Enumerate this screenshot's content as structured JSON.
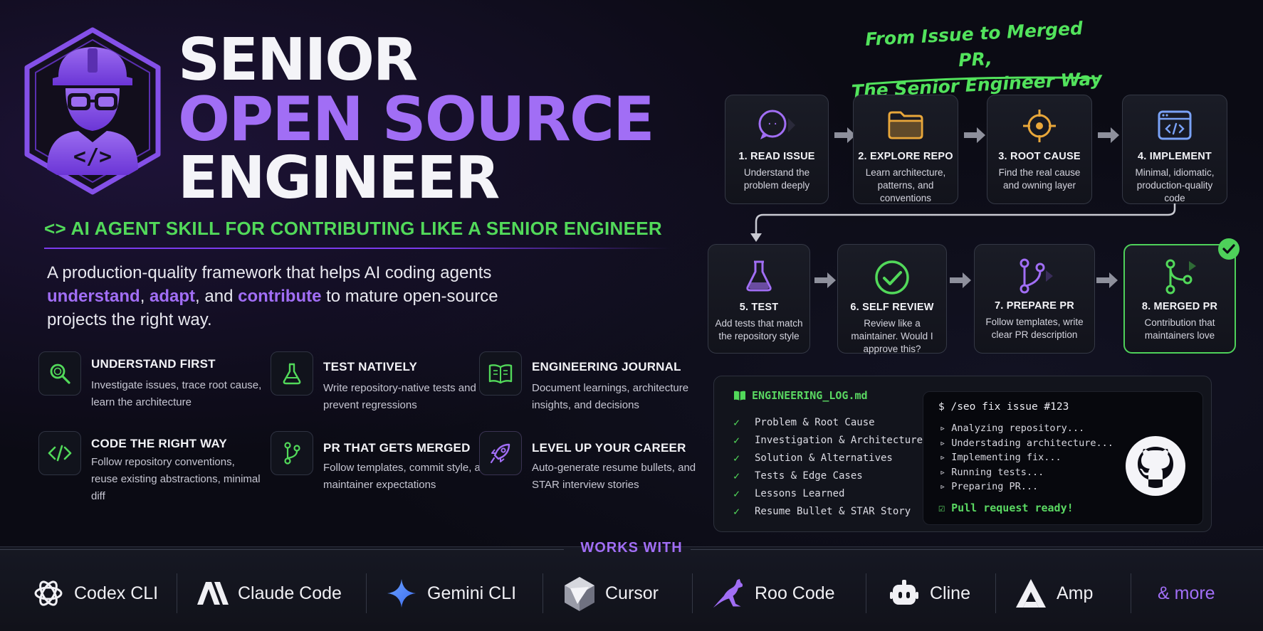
{
  "title": {
    "line1": "SENIOR",
    "line2": "OPEN SOURCE",
    "line3": "ENGINEER"
  },
  "tagline": "<> AI AGENT SKILL FOR CONTRIBUTING LIKE A SENIOR ENGINEER",
  "intro": {
    "line1": "A production-quality framework that helps AI coding agents",
    "hl1": "understand",
    "sep1": ",",
    "hl2": "adapt",
    "sep2": ", and",
    "hl3": "contribute",
    "line2_rest": "to mature open-source",
    "line3": "projects the right way."
  },
  "features": [
    {
      "title": "UNDERSTAND FIRST",
      "desc": "Investigate issues, trace root cause, learn the architecture",
      "icon": "magnifier-icon"
    },
    {
      "title": "TEST NATIVELY",
      "desc": "Write repository-native tests and prevent regressions",
      "icon": "flask-icon"
    },
    {
      "title": "ENGINEERING JOURNAL",
      "desc": "Document learnings, architecture insights, and decisions",
      "icon": "book-icon"
    },
    {
      "title": "CODE THE RIGHT WAY",
      "desc": "Follow repository conventions, reuse existing abstractions, minimal diff",
      "icon": "code-icon"
    },
    {
      "title": "PR THAT GETS MERGED",
      "desc": "Follow templates, commit style, and maintainer expectations",
      "icon": "branch-icon"
    },
    {
      "title": "LEVEL UP YOUR CAREER",
      "desc": "Auto-generate resume bullets, and STAR interview stories",
      "icon": "rocket-icon"
    }
  ],
  "workflow": {
    "heading_line1": "From Issue to Merged PR,",
    "heading_line2": "The Senior Engineer Way",
    "steps": [
      {
        "title": "1. READ ISSUE",
        "desc": "Understand the problem deeply",
        "icon": "chat-icon"
      },
      {
        "title": "2. EXPLORE REPO",
        "desc": "Learn architecture, patterns, and conventions",
        "icon": "folder-icon"
      },
      {
        "title": "3. ROOT CAUSE",
        "desc": "Find the real cause and owning layer",
        "icon": "target-icon"
      },
      {
        "title": "4. IMPLEMENT",
        "desc": "Minimal, idiomatic, production-quality code",
        "icon": "code-window-icon"
      },
      {
        "title": "5. TEST",
        "desc": "Add tests that match the repository style",
        "icon": "flask-icon"
      },
      {
        "title": "6. SELF REVIEW",
        "desc": "Review like a maintainer. Would I approve this?",
        "icon": "check-circle-icon"
      },
      {
        "title": "7. PREPARE PR",
        "desc": "Follow templates, write clear PR description",
        "icon": "pull-request-icon"
      },
      {
        "title": "8. MERGED PR",
        "desc": "Contribution that maintainers love",
        "icon": "merge-icon"
      }
    ]
  },
  "log": {
    "title": "ENGINEERING_LOG.md",
    "items": [
      "Problem & Root Cause",
      "Investigation & Architecture",
      "Solution & Alternatives",
      "Tests & Edge Cases",
      "Lessons Learned",
      "Resume Bullet & STAR Story"
    ]
  },
  "terminal": {
    "command": "$ /seo fix issue #123",
    "lines": [
      "▹ Analyzing repository...",
      "▹ Understading architecture...",
      "▹ Implementing fix...",
      "▹ Running tests...",
      "▹ Preparing PR..."
    ],
    "ok": "Pull request ready!"
  },
  "works_with": {
    "label": "WORKS WITH",
    "tools": [
      "Codex CLI",
      "Claude Code",
      "Gemini CLI",
      "Cursor",
      "Roo Code",
      "Cline",
      "Amp"
    ],
    "more": "& more"
  },
  "colors": {
    "accent_purple": "#a16ef5",
    "accent_green": "#52d95a",
    "background": "#0b0b14"
  }
}
